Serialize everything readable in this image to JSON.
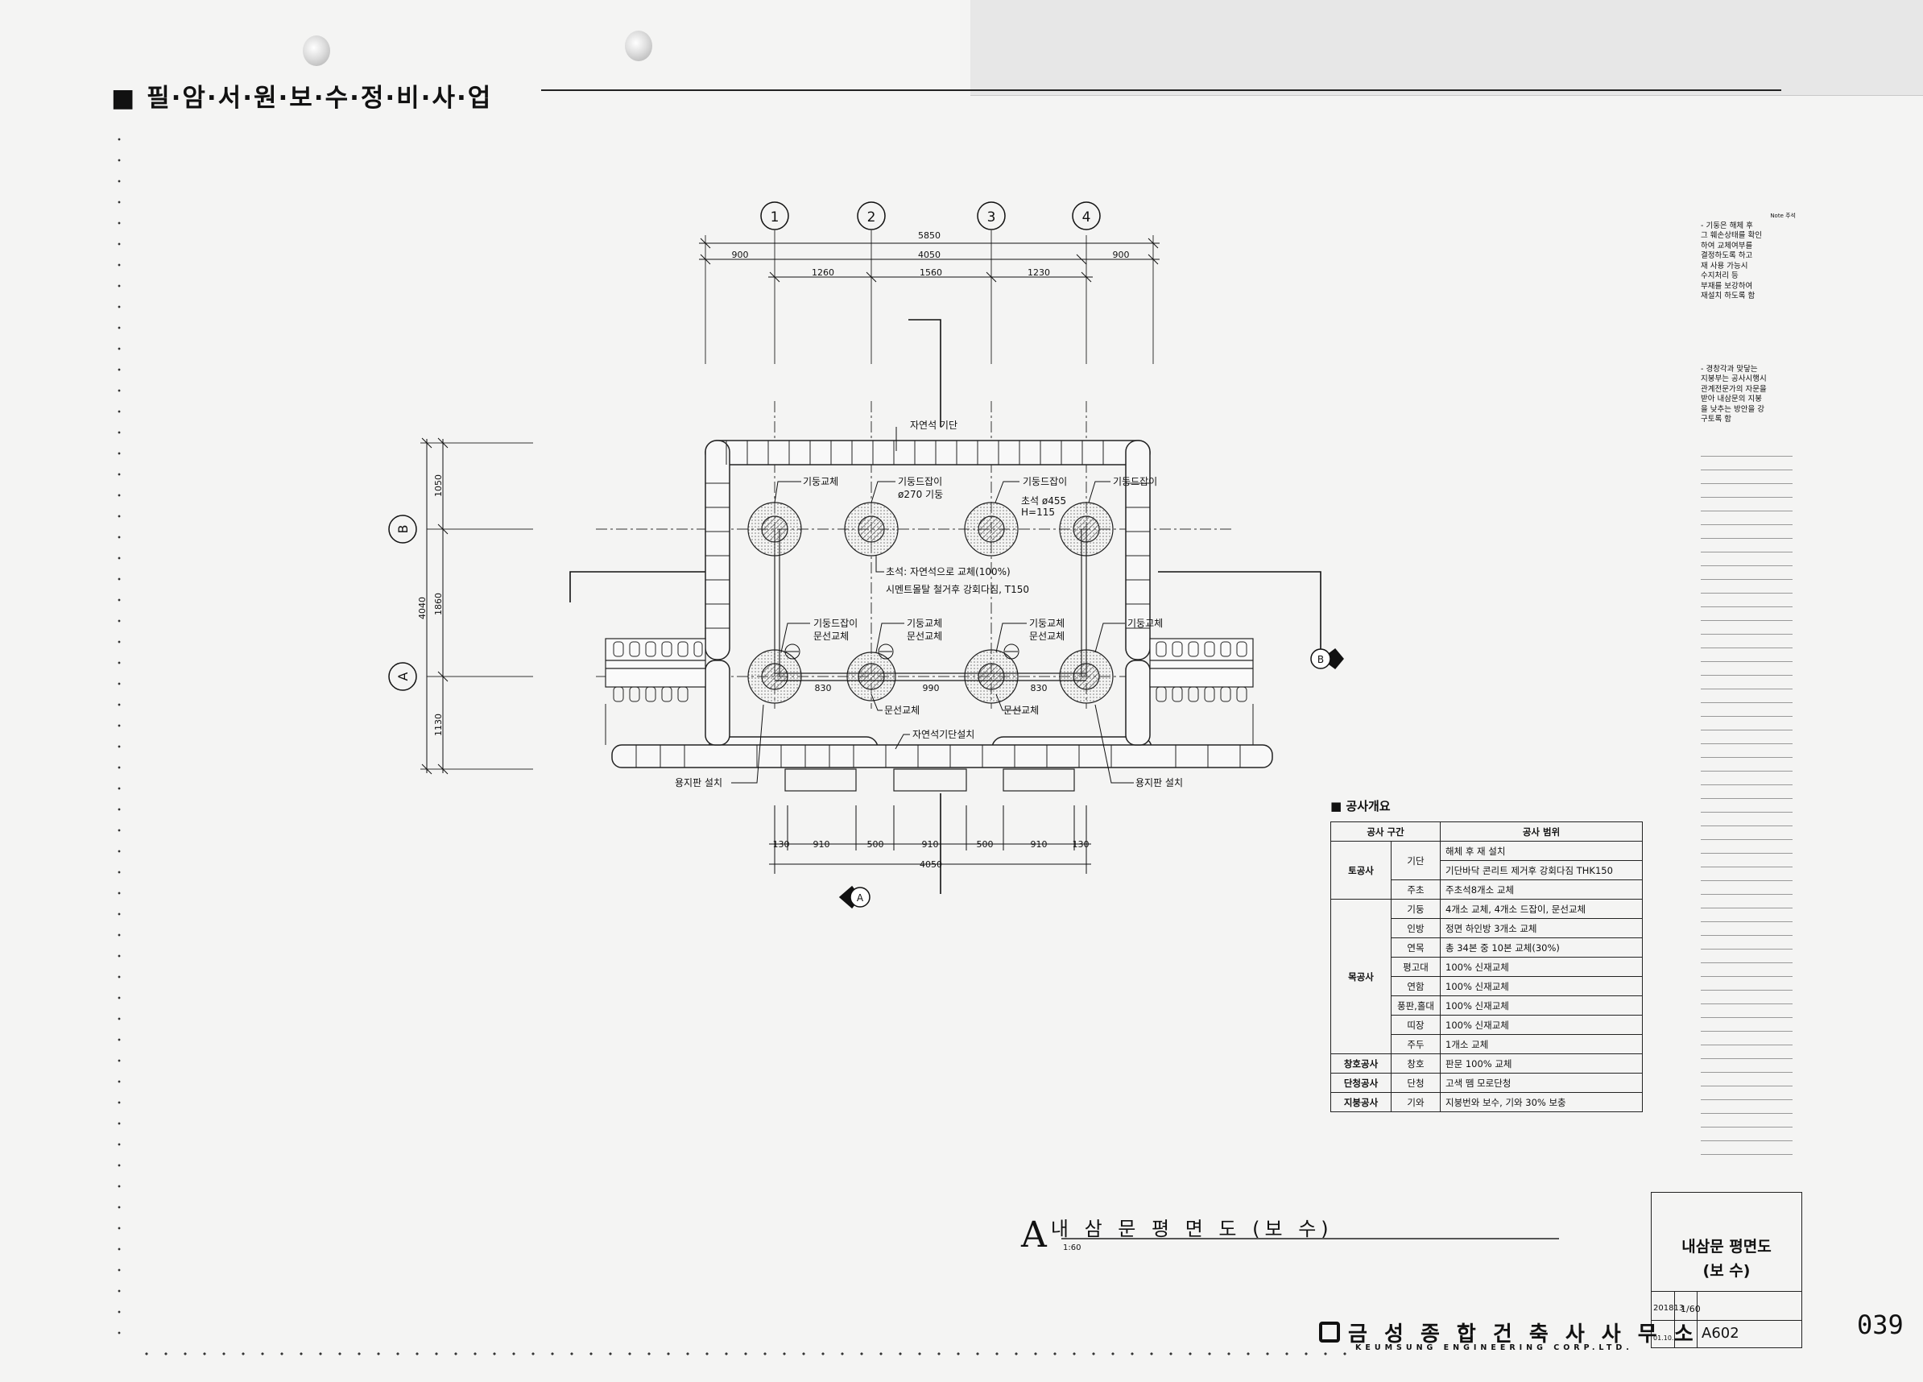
{
  "header": {
    "project_title": "■ 필·암·서·원·보·수·정·비·사·업"
  },
  "plan": {
    "title_letter": "A",
    "title": "내 삼 문   평 면 도 (보 수)",
    "scale": "1:60",
    "grid_columns": [
      "1",
      "2",
      "3",
      "4"
    ],
    "grid_rows": [
      "B",
      "A"
    ],
    "section_markers": [
      "B",
      "A"
    ],
    "dims_top": {
      "total": "5850",
      "segments": [
        "900",
        "4050",
        "900"
      ],
      "inner": [
        "1260",
        "1560",
        "1230"
      ]
    },
    "dims_left": {
      "total": "4040",
      "segments": [
        "1050",
        "1860",
        "1130"
      ]
    },
    "dims_mid": [
      "830",
      "990",
      "830"
    ],
    "dims_bottom": {
      "segments": [
        "130",
        "910",
        "500",
        "910",
        "500",
        "910",
        "130"
      ],
      "total": "4050"
    },
    "annotations": {
      "natural_stone_base": "자연석 기단",
      "column_replace": "기둥교체",
      "column_repair_1": "기둥드잡이",
      "column_dia": "ø270 기둥",
      "column_repair_2": "기둥드잡이",
      "foundation_stone": "초석 ø455",
      "foundation_h": "H=115",
      "column_repair_3": "기둥드잡이",
      "foundation_note": "초석: 자연석으로 교체(100%)",
      "floor_note": "시멘트몰탈 철거후 강회다짐, T150",
      "bl_column_repair": "기둥드잡이",
      "bl_door_replace": "문선교체",
      "bm_column_replace": "기둥교체",
      "bm_door_replace": "문선교체",
      "br_column_replace": "기둥교체",
      "br_door_replace": "문선교체",
      "rr_column_replace": "기둥교체",
      "door_frame_1": "문선교체",
      "door_frame_2": "문선교체",
      "base_install": "자연석기단설치",
      "drain_left": "용지판 설치",
      "drain_right": "용지판 설치"
    }
  },
  "summary": {
    "title": "■ 공사개요",
    "col_headers": [
      "공사 구간",
      "공사 범위"
    ],
    "rows": [
      {
        "section": "토공사",
        "sub": "기단",
        "desc": "해체 후 재 설치"
      },
      {
        "section": "",
        "sub": "",
        "desc": "기단바닥 콘리트 제거후 강회다짐 THK150"
      },
      {
        "section": "",
        "sub": "주초",
        "desc": "주초석8개소 교체"
      },
      {
        "section": "목공사",
        "sub": "기둥",
        "desc": "4개소 교체, 4개소 드잡이, 문선교체"
      },
      {
        "section": "",
        "sub": "인방",
        "desc": "정면 하인방 3개소 교체"
      },
      {
        "section": "",
        "sub": "연목",
        "desc": "총 34본 중 10본 교체(30%)"
      },
      {
        "section": "",
        "sub": "평고대",
        "desc": "100% 신재교체"
      },
      {
        "section": "",
        "sub": "연함",
        "desc": "100% 신재교체"
      },
      {
        "section": "",
        "sub": "풍판,홀대",
        "desc": "100% 신재교체"
      },
      {
        "section": "",
        "sub": "띠장",
        "desc": "100% 신재교체"
      },
      {
        "section": "",
        "sub": "주두",
        "desc": "1개소 교체"
      },
      {
        "section": "창호공사",
        "sub": "창호",
        "desc": "판문  100% 교체"
      },
      {
        "section": "단청공사",
        "sub": "단청",
        "desc": "고색 뗌 모로단청"
      },
      {
        "section": "지붕공사",
        "sub": "기와",
        "desc": "지붕번와 보수, 기와 30% 보충"
      }
    ]
  },
  "notes": {
    "heading": "Note 주석",
    "block1": [
      "- 기둥은 해체 후",
      "그 훼손상태를 확인",
      "하여 교체여부를",
      "결정하도록 하고",
      "재 사용 가능시",
      "수지처리 등",
      "부재를 보강하여",
      "재설치 하도록 함"
    ],
    "block2": [
      "- 경창각과 맞닿는",
      "지붕부는 공사시행시",
      "관계전문가의 자문을",
      "받아 내삼문의 지붕",
      "을 낮추는 방안을 강",
      "구토록 함"
    ]
  },
  "title_block": {
    "drawing_title_1": "내삼문 평면도",
    "drawing_title_2": "(보 수)",
    "job_no": "201813",
    "scale": "1/60",
    "date": "01.10.",
    "sheet_no": "A602"
  },
  "firm": {
    "name": "금 성 종 합 건 축 사 사 무 소",
    "name_en": "KEUMSUNG ENGINEERING CORP.LTD."
  },
  "page_number": "039"
}
